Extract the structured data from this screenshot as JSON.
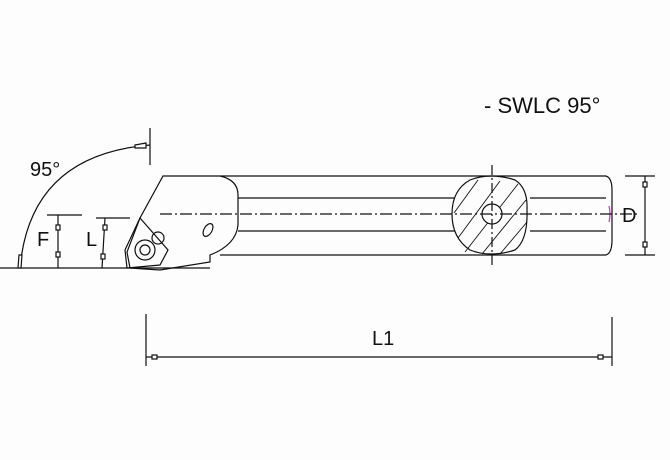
{
  "title": "- SWLC 95°",
  "dimensions": {
    "angle": "95°",
    "F": "F",
    "L": "L",
    "L1": "L1",
    "D": "D"
  },
  "colors": {
    "line": "#111111",
    "accent": "#e020e0",
    "background": "#fcfdfc"
  }
}
